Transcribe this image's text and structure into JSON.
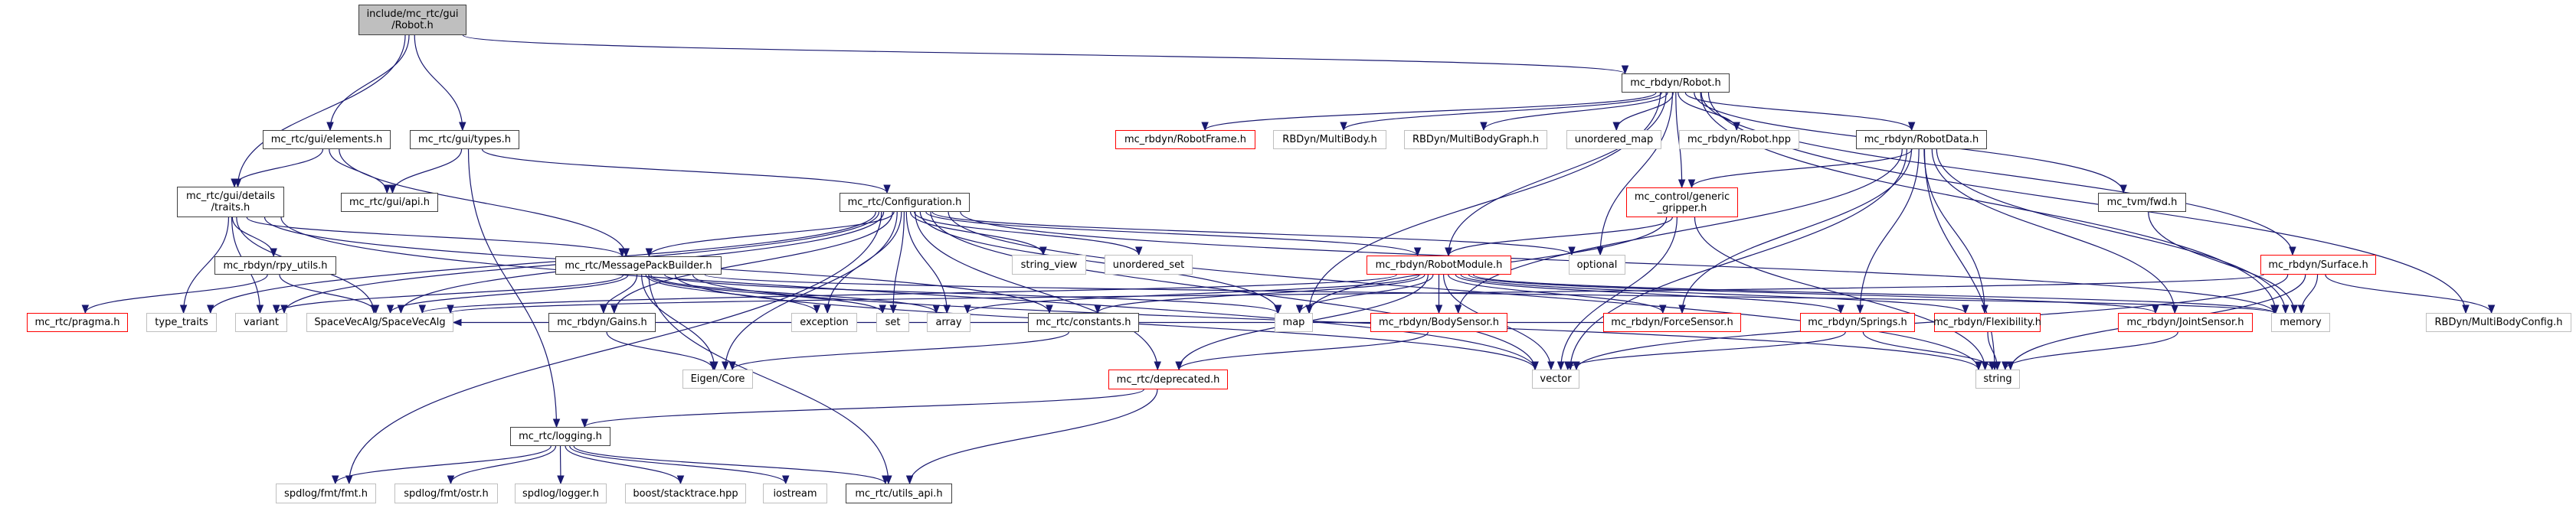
{
  "title": "include/mc_rtc/gui/Robot.h include dependency graph",
  "colors": {
    "edge": "#191970",
    "root_fill": "#bfbfbf",
    "documented_border": "#404040",
    "incomplete_border": "#ff0000",
    "system_border": "#bfbfbf"
  },
  "nodes": [
    {
      "id": "root",
      "label": "include/mc_rtc/gui\n/Robot.h",
      "kind": "root"
    },
    {
      "id": "elements",
      "label": "mc_rtc/gui/elements.h",
      "kind": "doc"
    },
    {
      "id": "types",
      "label": "mc_rtc/gui/types.h",
      "kind": "doc"
    },
    {
      "id": "traits",
      "label": "mc_rtc/gui/details\n/traits.h",
      "kind": "doc"
    },
    {
      "id": "guiapi",
      "label": "mc_rtc/gui/api.h",
      "kind": "doc"
    },
    {
      "id": "config",
      "label": "mc_rtc/Configuration.h",
      "kind": "doc"
    },
    {
      "id": "rpy",
      "label": "mc_rbdyn/rpy_utils.h",
      "kind": "doc"
    },
    {
      "id": "msgpack",
      "label": "mc_rtc/MessagePackBuilder.h",
      "kind": "doc"
    },
    {
      "id": "pragma",
      "label": "mc_rtc/pragma.h",
      "kind": "red"
    },
    {
      "id": "type_traits",
      "label": "type_traits",
      "kind": "sys"
    },
    {
      "id": "variant",
      "label": "variant",
      "kind": "sys"
    },
    {
      "id": "sva",
      "label": "SpaceVecAlg/SpaceVecAlg",
      "kind": "sys"
    },
    {
      "id": "gains",
      "label": "mc_rbdyn/Gains.h",
      "kind": "doc"
    },
    {
      "id": "exception",
      "label": "exception",
      "kind": "sys"
    },
    {
      "id": "set",
      "label": "set",
      "kind": "sys"
    },
    {
      "id": "array",
      "label": "array",
      "kind": "sys"
    },
    {
      "id": "constants",
      "label": "mc_rtc/constants.h",
      "kind": "doc"
    },
    {
      "id": "eigen",
      "label": "Eigen/Core",
      "kind": "sys"
    },
    {
      "id": "string_view",
      "label": "string_view",
      "kind": "sys"
    },
    {
      "id": "unordered_set",
      "label": "unordered_set",
      "kind": "sys"
    },
    {
      "id": "map",
      "label": "map",
      "kind": "sys"
    },
    {
      "id": "deprecated",
      "label": "mc_rtc/deprecated.h",
      "kind": "red"
    },
    {
      "id": "logging",
      "label": "mc_rtc/logging.h",
      "kind": "doc"
    },
    {
      "id": "fmt",
      "label": "spdlog/fmt/fmt.h",
      "kind": "sys"
    },
    {
      "id": "ostr",
      "label": "spdlog/fmt/ostr.h",
      "kind": "sys"
    },
    {
      "id": "logger",
      "label": "spdlog/logger.h",
      "kind": "sys"
    },
    {
      "id": "stacktrace",
      "label": "boost/stacktrace.hpp",
      "kind": "sys"
    },
    {
      "id": "iostream",
      "label": "iostream",
      "kind": "sys"
    },
    {
      "id": "utils_api",
      "label": "mc_rtc/utils_api.h",
      "kind": "doc"
    },
    {
      "id": "robot",
      "label": "mc_rbdyn/Robot.h",
      "kind": "doc"
    },
    {
      "id": "robotframe",
      "label": "mc_rbdyn/RobotFrame.h",
      "kind": "red"
    },
    {
      "id": "multibody",
      "label": "RBDyn/MultiBody.h",
      "kind": "sys"
    },
    {
      "id": "mbgraph",
      "label": "RBDyn/MultiBodyGraph.h",
      "kind": "sys"
    },
    {
      "id": "unordered_map",
      "label": "unordered_map",
      "kind": "sys"
    },
    {
      "id": "robothpp",
      "label": "mc_rbdyn/Robot.hpp",
      "kind": "sys"
    },
    {
      "id": "robotdata",
      "label": "mc_rbdyn/RobotData.h",
      "kind": "doc"
    },
    {
      "id": "gripper",
      "label": "mc_control/generic\n_gripper.h",
      "kind": "red"
    },
    {
      "id": "tvmfwd",
      "label": "mc_tvm/fwd.h",
      "kind": "doc"
    },
    {
      "id": "robotmodule",
      "label": "mc_rbdyn/RobotModule.h",
      "kind": "red"
    },
    {
      "id": "optional",
      "label": "optional",
      "kind": "sys"
    },
    {
      "id": "surface",
      "label": "mc_rbdyn/Surface.h",
      "kind": "red"
    },
    {
      "id": "bodysensor",
      "label": "mc_rbdyn/BodySensor.h",
      "kind": "red"
    },
    {
      "id": "forcesensor",
      "label": "mc_rbdyn/ForceSensor.h",
      "kind": "red"
    },
    {
      "id": "springs",
      "label": "mc_rbdyn/Springs.h",
      "kind": "red"
    },
    {
      "id": "flexibility",
      "label": "mc_rbdyn/Flexibility.h",
      "kind": "red"
    },
    {
      "id": "jointsensor",
      "label": "mc_rbdyn/JointSensor.h",
      "kind": "red"
    },
    {
      "id": "memory",
      "label": "memory",
      "kind": "sys"
    },
    {
      "id": "mbconfig",
      "label": "RBDyn/MultiBodyConfig.h",
      "kind": "sys"
    },
    {
      "id": "vector",
      "label": "vector",
      "kind": "sys"
    },
    {
      "id": "string",
      "label": "string",
      "kind": "sys"
    }
  ],
  "edges": [
    [
      "root",
      "traits"
    ],
    [
      "root",
      "elements"
    ],
    [
      "root",
      "types"
    ],
    [
      "root",
      "robot"
    ],
    [
      "elements",
      "traits"
    ],
    [
      "elements",
      "guiapi"
    ],
    [
      "elements",
      "msgpack"
    ],
    [
      "types",
      "guiapi"
    ],
    [
      "types",
      "config"
    ],
    [
      "types",
      "logging"
    ],
    [
      "traits",
      "rpy"
    ],
    [
      "traits",
      "type_traits"
    ],
    [
      "traits",
      "variant"
    ],
    [
      "traits",
      "sva"
    ],
    [
      "traits",
      "msgpack"
    ],
    [
      "traits",
      "vector"
    ],
    [
      "traits",
      "constants"
    ],
    [
      "rpy",
      "pragma"
    ],
    [
      "rpy",
      "sva"
    ],
    [
      "config",
      "msgpack"
    ],
    [
      "config",
      "gains"
    ],
    [
      "config",
      "exception"
    ],
    [
      "config",
      "set"
    ],
    [
      "config",
      "array"
    ],
    [
      "config",
      "string_view"
    ],
    [
      "config",
      "unordered_set"
    ],
    [
      "config",
      "map"
    ],
    [
      "config",
      "deprecated"
    ],
    [
      "config",
      "eigen"
    ],
    [
      "config",
      "variant"
    ],
    [
      "config",
      "type_traits"
    ],
    [
      "config",
      "sva"
    ],
    [
      "config",
      "fmt"
    ],
    [
      "config",
      "vector"
    ],
    [
      "config",
      "string"
    ],
    [
      "config",
      "memory"
    ],
    [
      "config",
      "optional"
    ],
    [
      "config",
      "robotmodule"
    ],
    [
      "msgpack",
      "gains"
    ],
    [
      "msgpack",
      "eigen"
    ],
    [
      "msgpack",
      "exception"
    ],
    [
      "msgpack",
      "set"
    ],
    [
      "msgpack",
      "array"
    ],
    [
      "msgpack",
      "map"
    ],
    [
      "msgpack",
      "variant"
    ],
    [
      "msgpack",
      "sva"
    ],
    [
      "msgpack",
      "string"
    ],
    [
      "msgpack",
      "vector"
    ],
    [
      "msgpack",
      "utils_api"
    ],
    [
      "msgpack",
      "memory"
    ],
    [
      "gains",
      "eigen"
    ],
    [
      "constants",
      "eigen"
    ],
    [
      "deprecated",
      "logging"
    ],
    [
      "deprecated",
      "utils_api"
    ],
    [
      "logging",
      "fmt"
    ],
    [
      "logging",
      "ostr"
    ],
    [
      "logging",
      "logger"
    ],
    [
      "logging",
      "stacktrace"
    ],
    [
      "logging",
      "iostream"
    ],
    [
      "logging",
      "utils_api"
    ],
    [
      "robot",
      "robotframe"
    ],
    [
      "robot",
      "multibody"
    ],
    [
      "robot",
      "mbgraph"
    ],
    [
      "robot",
      "unordered_map"
    ],
    [
      "robot",
      "robothpp"
    ],
    [
      "robot",
      "robotdata"
    ],
    [
      "robot",
      "gripper"
    ],
    [
      "robot",
      "tvmfwd"
    ],
    [
      "robot",
      "surface"
    ],
    [
      "robot",
      "mbconfig"
    ],
    [
      "robot",
      "robotmodule"
    ],
    [
      "robot",
      "optional"
    ],
    [
      "robot",
      "memory"
    ],
    [
      "robot",
      "map"
    ],
    [
      "robotdata",
      "gripper"
    ],
    [
      "robotdata",
      "bodysensor"
    ],
    [
      "robotdata",
      "forcesensor"
    ],
    [
      "robotdata",
      "springs"
    ],
    [
      "robotdata",
      "flexibility"
    ],
    [
      "robotdata",
      "jointsensor"
    ],
    [
      "robotdata",
      "vector"
    ],
    [
      "robotdata",
      "memory"
    ],
    [
      "robotdata",
      "string"
    ],
    [
      "gripper",
      "robotmodule"
    ],
    [
      "gripper",
      "map"
    ],
    [
      "gripper",
      "vector"
    ],
    [
      "gripper",
      "string"
    ],
    [
      "robotmodule",
      "map"
    ],
    [
      "robotmodule",
      "bodysensor"
    ],
    [
      "robotmodule",
      "forcesensor"
    ],
    [
      "robotmodule",
      "springs"
    ],
    [
      "robotmodule",
      "flexibility"
    ],
    [
      "robotmodule",
      "jointsensor"
    ],
    [
      "robotmodule",
      "deprecated"
    ],
    [
      "robotmodule",
      "vector"
    ],
    [
      "robotmodule",
      "array"
    ],
    [
      "robotmodule",
      "sva"
    ],
    [
      "robotmodule",
      "constants"
    ],
    [
      "robotmodule",
      "memory"
    ],
    [
      "bodysensor",
      "deprecated"
    ],
    [
      "forcesensor",
      "sva"
    ],
    [
      "springs",
      "vector"
    ],
    [
      "springs",
      "string"
    ],
    [
      "flexibility",
      "string"
    ],
    [
      "jointsensor",
      "string"
    ],
    [
      "tvmfwd",
      "memory"
    ],
    [
      "surface",
      "memory"
    ],
    [
      "surface",
      "mbconfig"
    ],
    [
      "surface",
      "string"
    ],
    [
      "surface",
      "vector"
    ],
    [
      "surface",
      "sva"
    ]
  ]
}
